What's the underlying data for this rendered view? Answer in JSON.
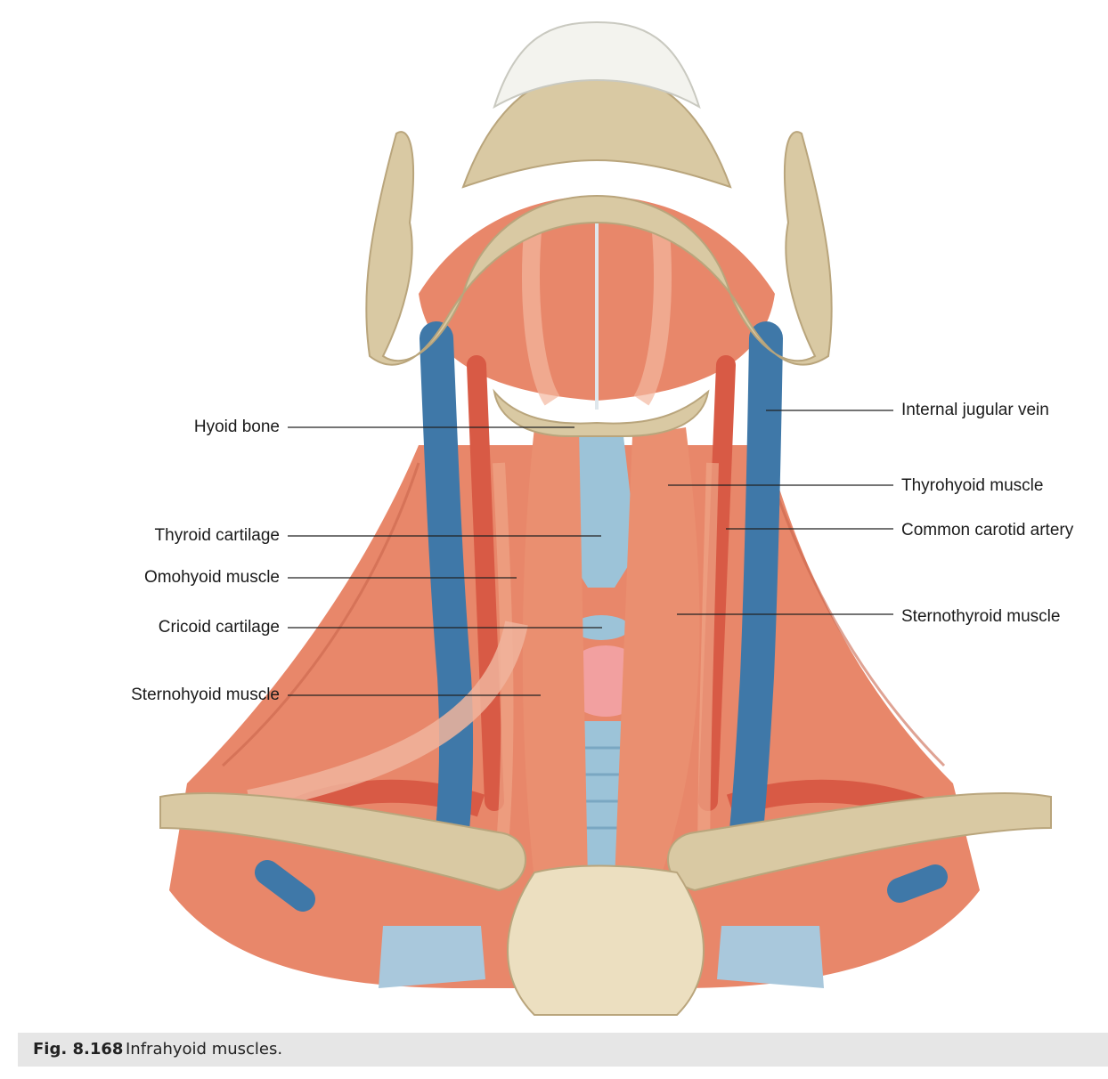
{
  "labels_left": [
    {
      "id": "hyoid-bone",
      "text": "Hyoid bone"
    },
    {
      "id": "thyroid-cartilage",
      "text": "Thyroid cartilage"
    },
    {
      "id": "omohyoid-muscle",
      "text": "Omohyoid muscle"
    },
    {
      "id": "cricoid-cartilage",
      "text": "Cricoid cartilage"
    },
    {
      "id": "sternohyoid-muscle",
      "text": "Sternohyoid muscle"
    }
  ],
  "labels_right": [
    {
      "id": "internal-jugular-vein",
      "text": "Internal jugular vein"
    },
    {
      "id": "thyrohyoid-muscle",
      "text": "Thyrohyoid muscle"
    },
    {
      "id": "common-carotid-artery",
      "text": "Common carotid artery"
    },
    {
      "id": "sternothyroid-muscle",
      "text": "Sternothyroid muscle"
    }
  ],
  "caption": {
    "number": "Fig. 8.168",
    "text": "Infrahyoid muscles."
  },
  "colors": {
    "bone": "#d9c9a3",
    "muscle": "#e8876a",
    "vein": "#3f78a8",
    "artery": "#d85a45",
    "cartilage": "#9cc3d8",
    "thyroid_gland": "#f2a0a0",
    "teeth": "#f3f3ee"
  }
}
